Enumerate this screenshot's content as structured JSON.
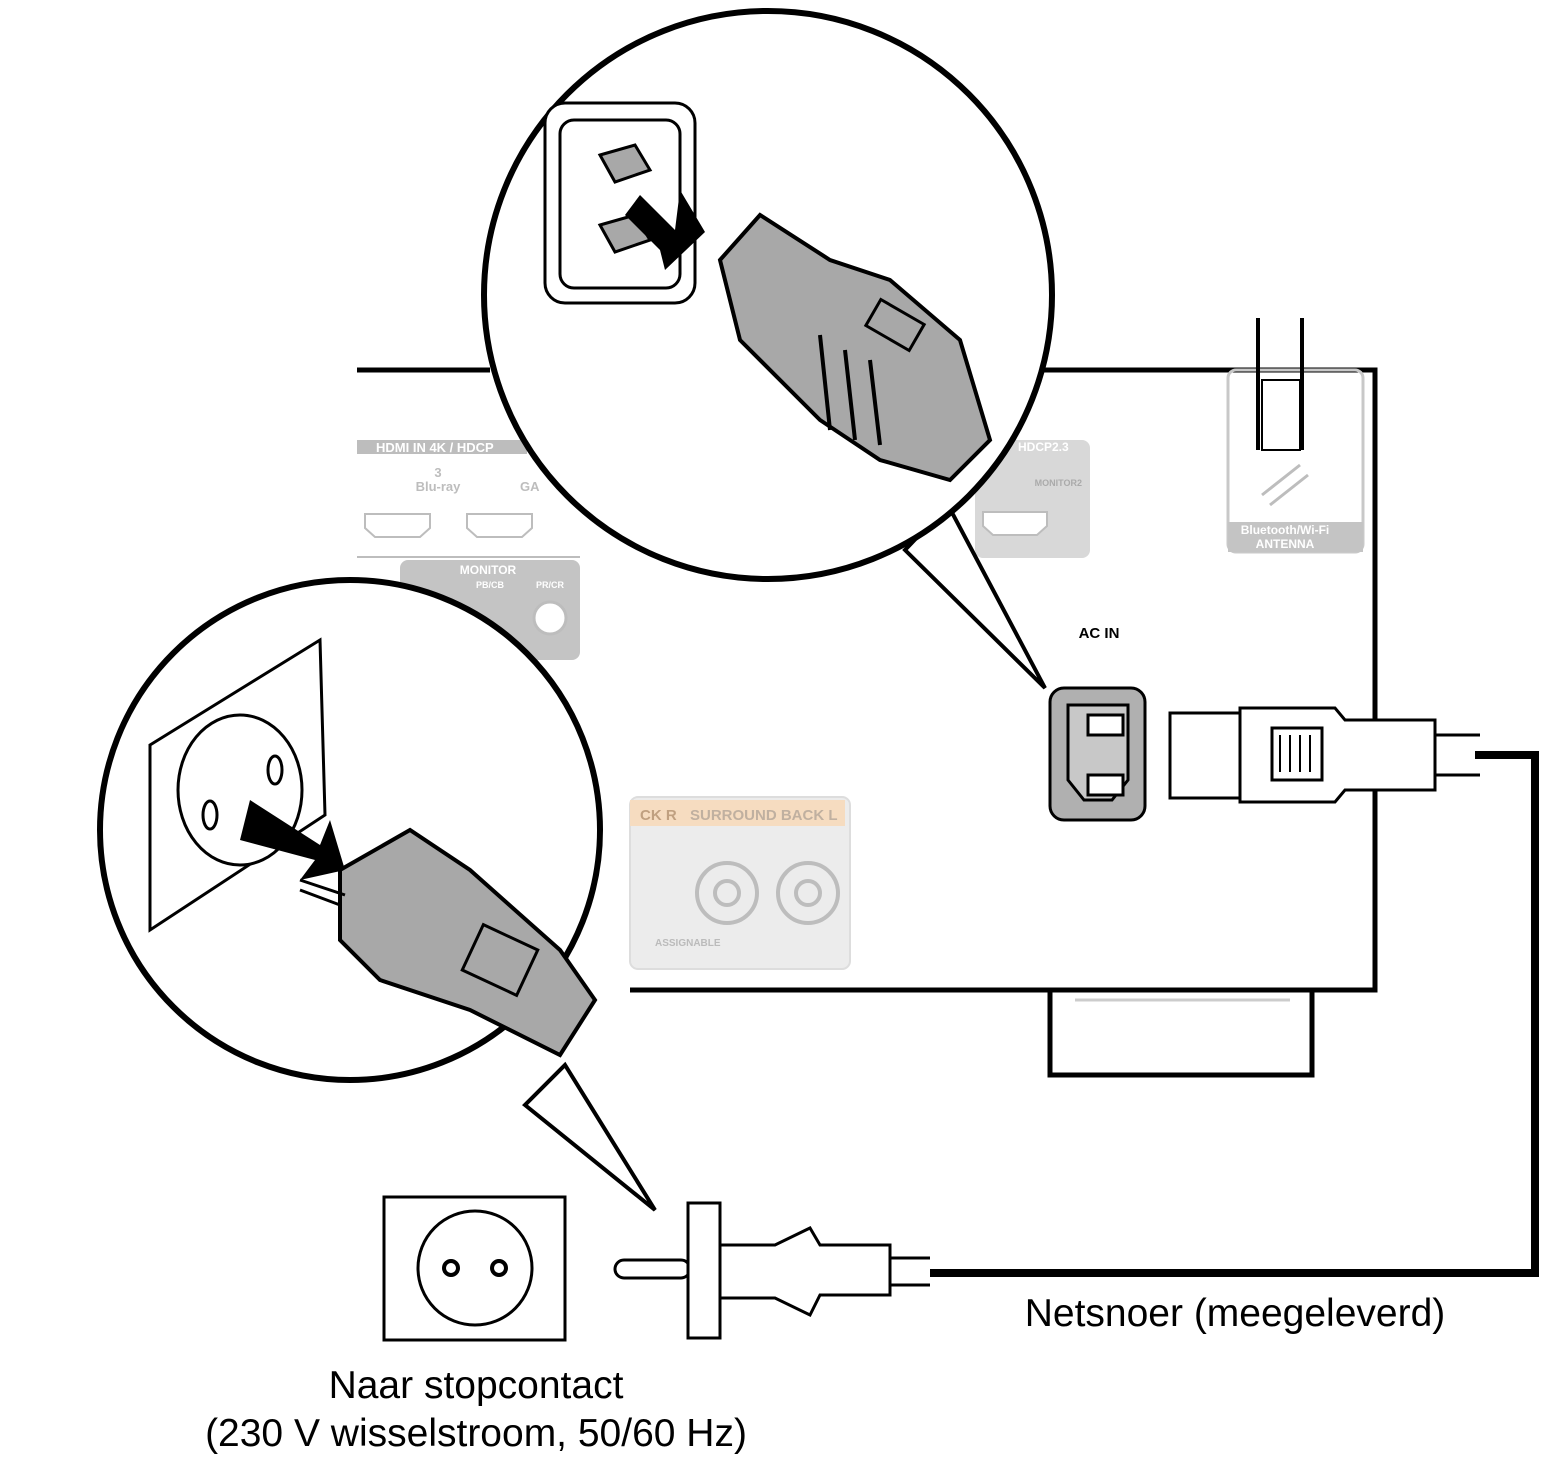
{
  "panel_labels": {
    "hdmi_header": "HDMI IN 4K / HDCP",
    "hdmi_3": "3",
    "hdmi_3_name": "Blu-ray",
    "hdmi_game": "GA",
    "monitor": "MONITOR",
    "pb_cb": "PB/CB",
    "pr_cr": "PR/CR",
    "hdcp23": "HDCP2.3",
    "monitor2": "MONITOR2",
    "antenna_line1": "Bluetooth/Wi-Fi",
    "antenna_line2": "ANTENNA",
    "surround_back_r": "CK R",
    "surround_back_l": "SURROUND BACK L",
    "assignable": "ASSIGNABLE",
    "ac_in": "AC IN"
  },
  "captions": {
    "power_cord": "Netsnoer (meegeleverd)",
    "outlet_line1": "Naar stopcontact",
    "outlet_line2": "(230 V wisselstroom, 50/60 Hz)"
  },
  "colors": {
    "line": "#000000",
    "plug_gray": "#a8a8a8",
    "panel_faint": "#bdbdbd",
    "speaker_label_bg": "#f6dcc0"
  },
  "icons": [
    "ac-inlet-icon",
    "iec-plug-icon",
    "wall-outlet-icon",
    "schuko-plug-icon",
    "insert-arrow-icon"
  ]
}
